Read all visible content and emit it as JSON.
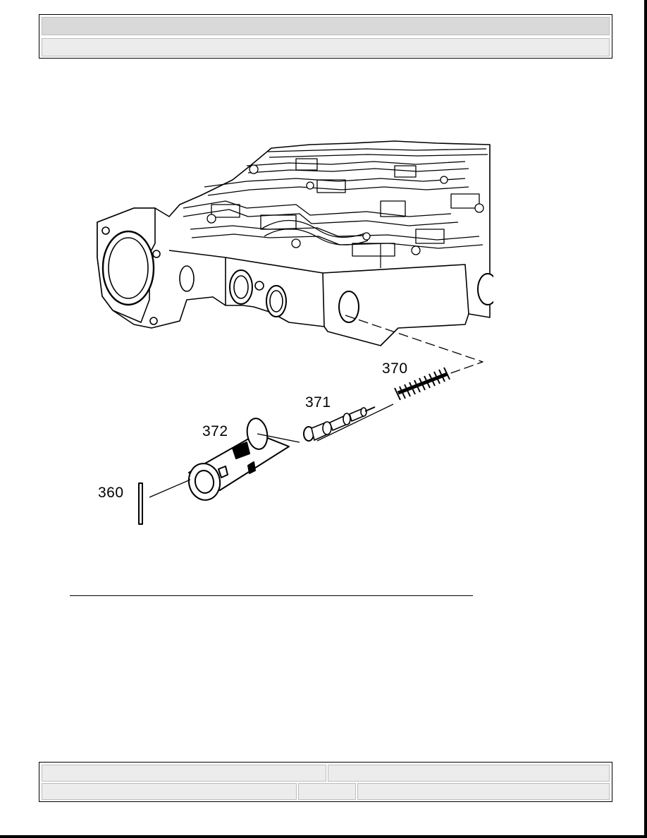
{
  "header": {
    "row1_text": "",
    "row2_text": ""
  },
  "figure": {
    "callouts": {
      "c370": "370",
      "c371": "371",
      "c372": "372",
      "c360": "360"
    }
  },
  "footer": {
    "left_top": "",
    "right_top": "",
    "left_bottom": "",
    "middle_bottom": "",
    "right_bottom": ""
  }
}
